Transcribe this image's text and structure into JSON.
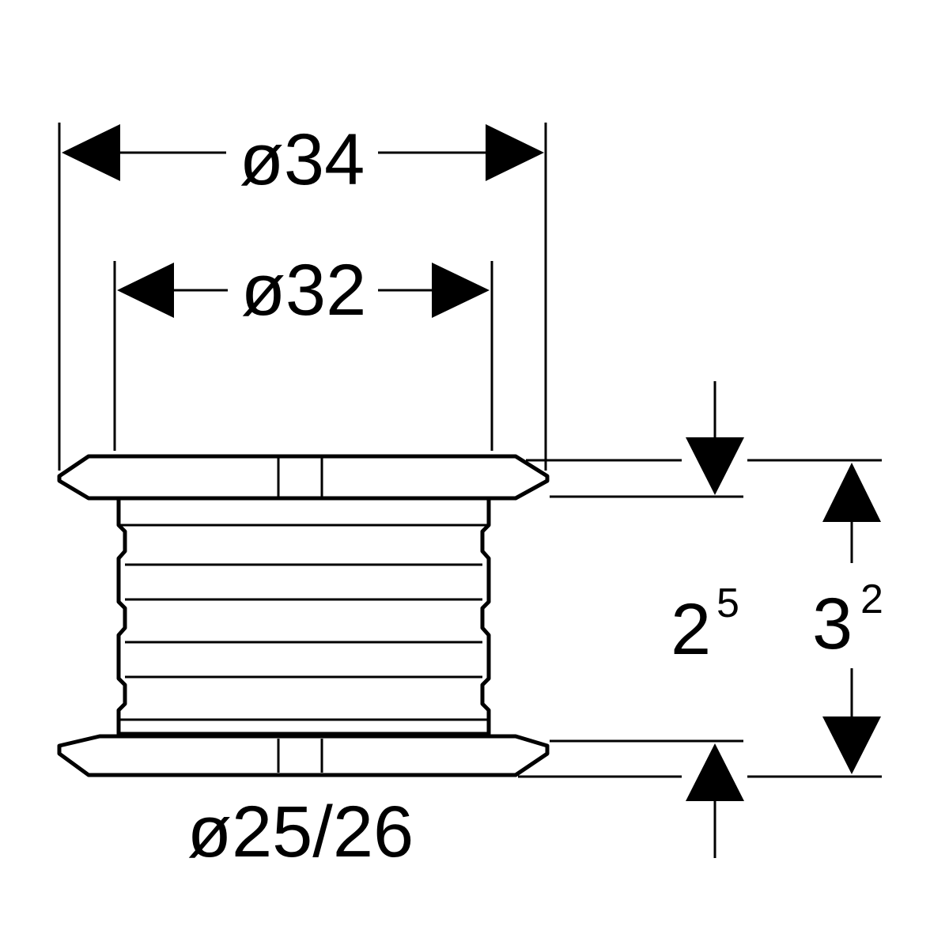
{
  "dimensions": {
    "outer_diameter": "ø34",
    "inner_diameter": "ø32",
    "bore_diameter": "ø25/26",
    "inner_height": {
      "base": "2",
      "exponent": "5"
    },
    "outer_height": {
      "base": "3",
      "exponent": "2"
    }
  },
  "colors": {
    "line": "#000000",
    "background": "#ffffff"
  }
}
